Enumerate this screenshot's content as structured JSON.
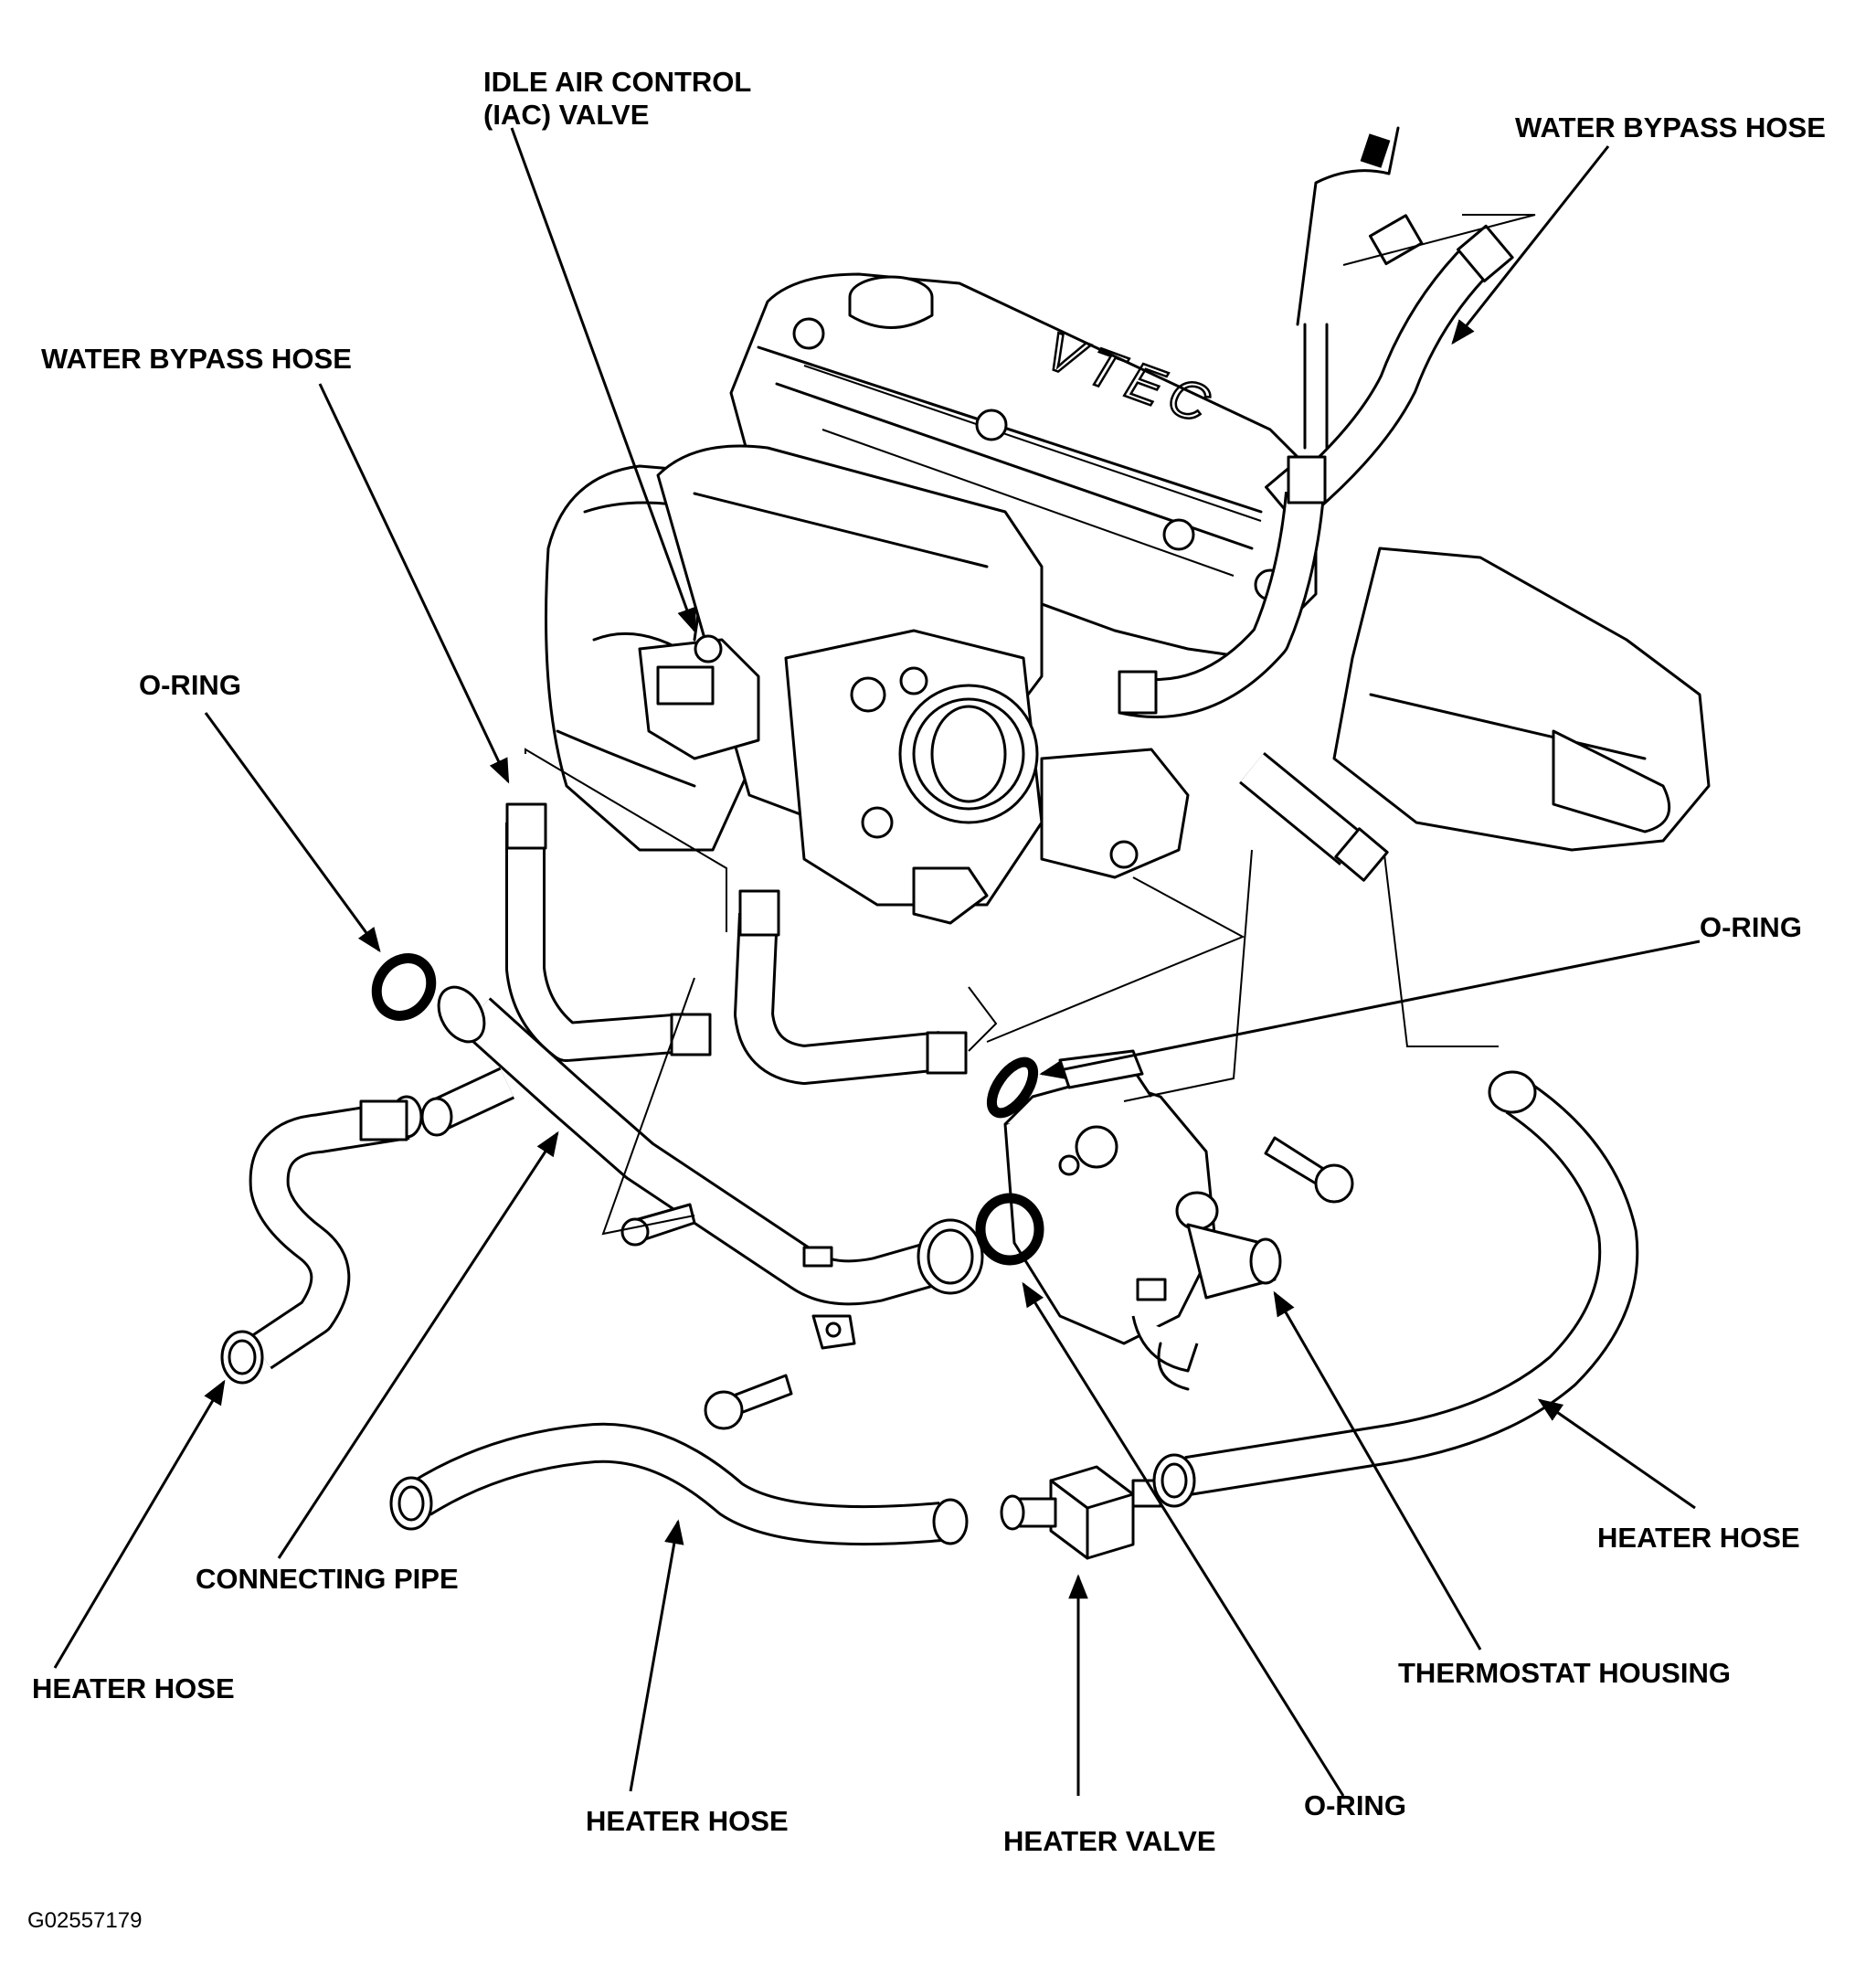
{
  "labels": {
    "iac_valve": "IDLE AIR CONTROL\n(IAC) VALVE",
    "water_bypass_hose_right": "WATER BYPASS HOSE",
    "water_bypass_hose_left": "WATER BYPASS HOSE",
    "o_ring_left": "O-RING",
    "o_ring_right": "O-RING",
    "o_ring_bottom": "O-RING",
    "connecting_pipe": "CONNECTING PIPE",
    "heater_hose_left": "HEATER HOSE",
    "heater_hose_bottom": "HEATER HOSE",
    "heater_valve": "HEATER VALVE",
    "thermostat_housing": "THERMOSTAT HOUSING",
    "heater_hose_right": "HEATER HOSE"
  },
  "figure_id": "G02557179",
  "engine_logo_text": "VTEC"
}
